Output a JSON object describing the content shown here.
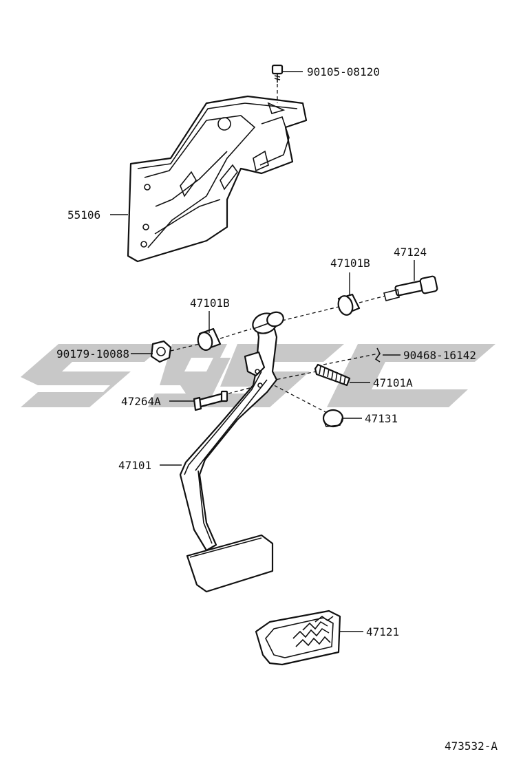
{
  "diagram": {
    "callouts": [
      {
        "id": "bolt_top",
        "label": "90105-08120"
      },
      {
        "id": "bracket",
        "label": "55106"
      },
      {
        "id": "bush_right",
        "label": "47101B"
      },
      {
        "id": "bolt_pivot",
        "label": "47124"
      },
      {
        "id": "bush_left",
        "label": "47101B"
      },
      {
        "id": "nut",
        "label": "90179-10088"
      },
      {
        "id": "clip",
        "label": "90468-16142"
      },
      {
        "id": "spring",
        "label": "47101A"
      },
      {
        "id": "pin",
        "label": "47264A"
      },
      {
        "id": "stopper",
        "label": "47131"
      },
      {
        "id": "pedal_arm",
        "label": "47101"
      },
      {
        "id": "pedal_pad",
        "label": "47121"
      }
    ],
    "figure_code": "473532-A",
    "watermark_color": "#c8c8c8"
  }
}
